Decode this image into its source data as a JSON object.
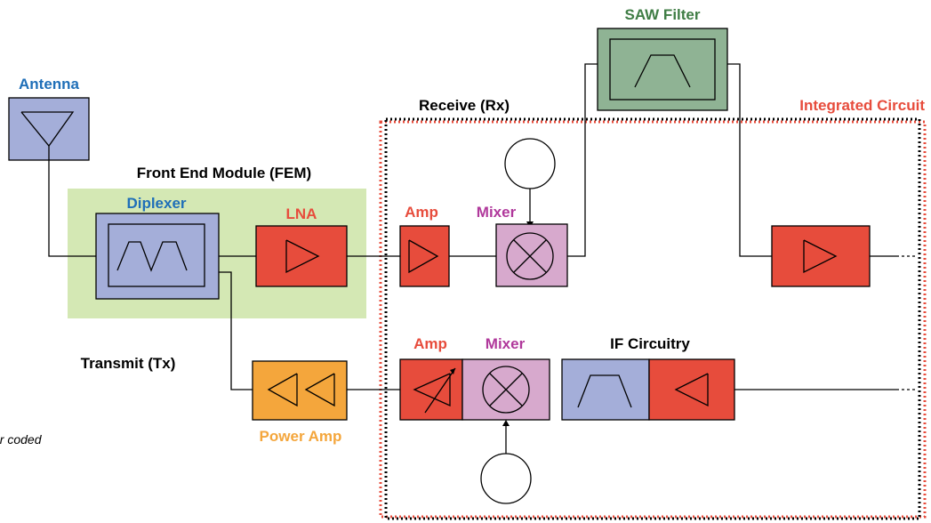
{
  "labels": {
    "antenna": "Antenna",
    "saw_filter": "SAW Filter",
    "receive": "Receive (Rx)",
    "integrated_circuit": "Integrated Circuit",
    "fem": "Front End Module (FEM)",
    "diplexer": "Diplexer",
    "lna": "LNA",
    "rx_amp": "Amp",
    "rx_mixer": "Mixer",
    "transmit": "Transmit (Tx)",
    "tx_amp": "Amp",
    "tx_mixer": "Mixer",
    "if_circuitry": "IF Circuitry",
    "power_amp": "Power Amp"
  },
  "note": "or coded",
  "colors": {
    "blue_component": "#a4aed9",
    "blue_label": "#1f6fb8",
    "red_component": "#e74c3c",
    "red_label": "#e74c3c",
    "green_component": "#8fb394",
    "green_label": "#3f7d45",
    "fem_background": "#d4e8b4",
    "mixer_pink": "#d7a9cd",
    "mixer_label": "#b0389b",
    "power_amp_orange": "#f4a63c",
    "power_amp_label": "#f4a63c",
    "ic_border": "#e74c3c"
  }
}
